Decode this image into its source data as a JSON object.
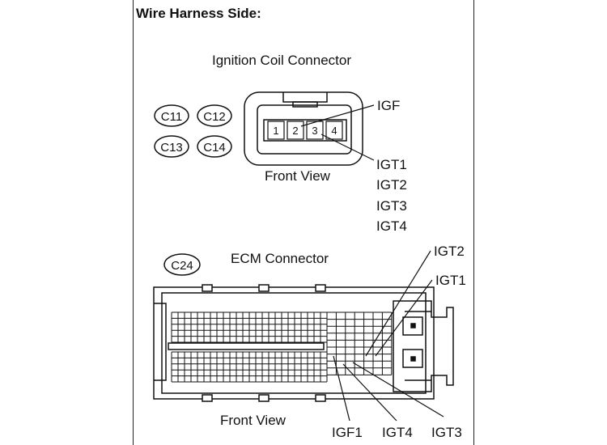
{
  "header": {
    "title": "Wire Harness Side:"
  },
  "ignition_coil": {
    "title": "Ignition Coil Connector",
    "view_label": "Front View",
    "pins": [
      "1",
      "2",
      "3",
      "4"
    ],
    "igf_label": "IGF",
    "igt_labels": [
      "IGT1",
      "IGT2",
      "IGT3",
      "IGT4"
    ],
    "connector_codes": [
      "C11",
      "C12",
      "C13",
      "C14"
    ]
  },
  "ecm": {
    "title": "ECM Connector",
    "connector_code": "C24",
    "view_label": "Front View",
    "labels": {
      "igt2": "IGT2",
      "igt1": "IGT1",
      "igf1": "IGF1",
      "igt4": "IGT4",
      "igt3": "IGT3"
    }
  },
  "colors": {
    "line": "#111111",
    "background": "#ffffff"
  }
}
